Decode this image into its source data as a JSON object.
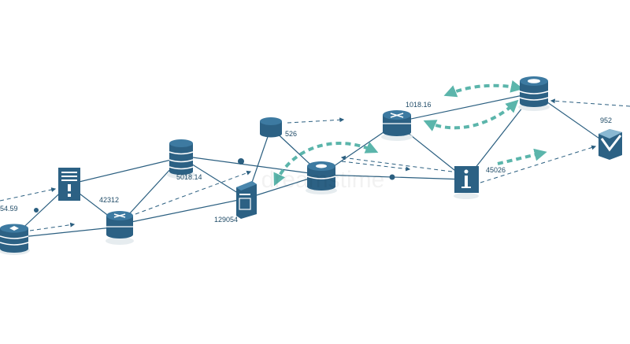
{
  "labels": {
    "far_left": "54.59",
    "server_a": "42312",
    "database_top": "5018.14",
    "tower": "129054",
    "small_db": "526",
    "router_top": "1018.16",
    "info_node": "45026",
    "gateway_right": "952"
  },
  "colors": {
    "node": "#2c6184",
    "node_light": "#ffffff",
    "line": "#2b5f80",
    "arrow_accent": "#5bb5ab",
    "background": "#ffffff"
  },
  "icons": [
    "database-icon",
    "server-rack-icon",
    "router-icon",
    "alert-document-icon",
    "info-icon",
    "tower-server-icon",
    "gateway-icon"
  ]
}
